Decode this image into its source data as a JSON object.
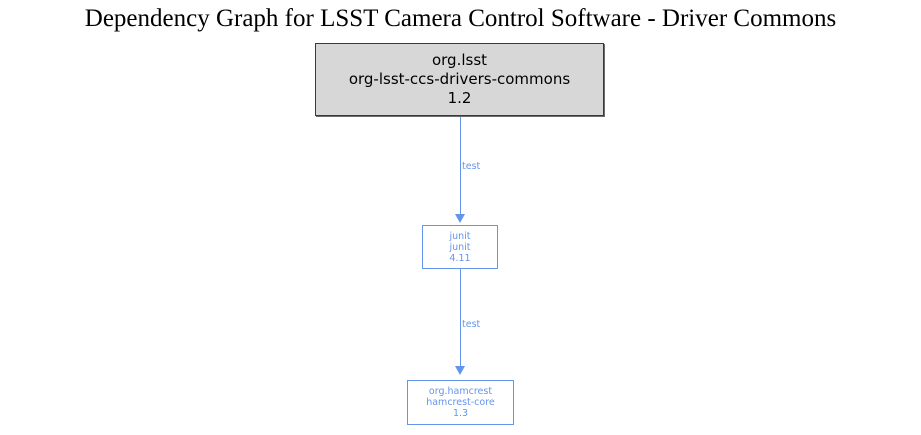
{
  "graph": {
    "title": "Dependency Graph for LSST Camera Control Software - Driver Commons",
    "colors": {
      "root_fill": "#d7d7d7",
      "root_border": "#3a3a3a",
      "root_text": "#000000",
      "dependency_border": "#6495ed",
      "dependency_text": "#6495ed",
      "edge": "#6495ed",
      "background": "#ffffff"
    },
    "nodes": [
      {
        "id": "root",
        "group_id": "org.lsst",
        "artifact_id": "org-lsst-ccs-drivers-commons",
        "version": "1.2",
        "role": "root"
      },
      {
        "id": "junit",
        "group_id": "junit",
        "artifact_id": "junit",
        "version": "4.11",
        "role": "dependency"
      },
      {
        "id": "hamcrest",
        "group_id": "org.hamcrest",
        "artifact_id": "hamcrest-core",
        "version": "1.3",
        "role": "dependency"
      }
    ],
    "edges": [
      {
        "id": "edge1",
        "from": "root",
        "to": "junit",
        "label": "test"
      },
      {
        "id": "edge2",
        "from": "junit",
        "to": "hamcrest",
        "label": "test"
      }
    ]
  }
}
